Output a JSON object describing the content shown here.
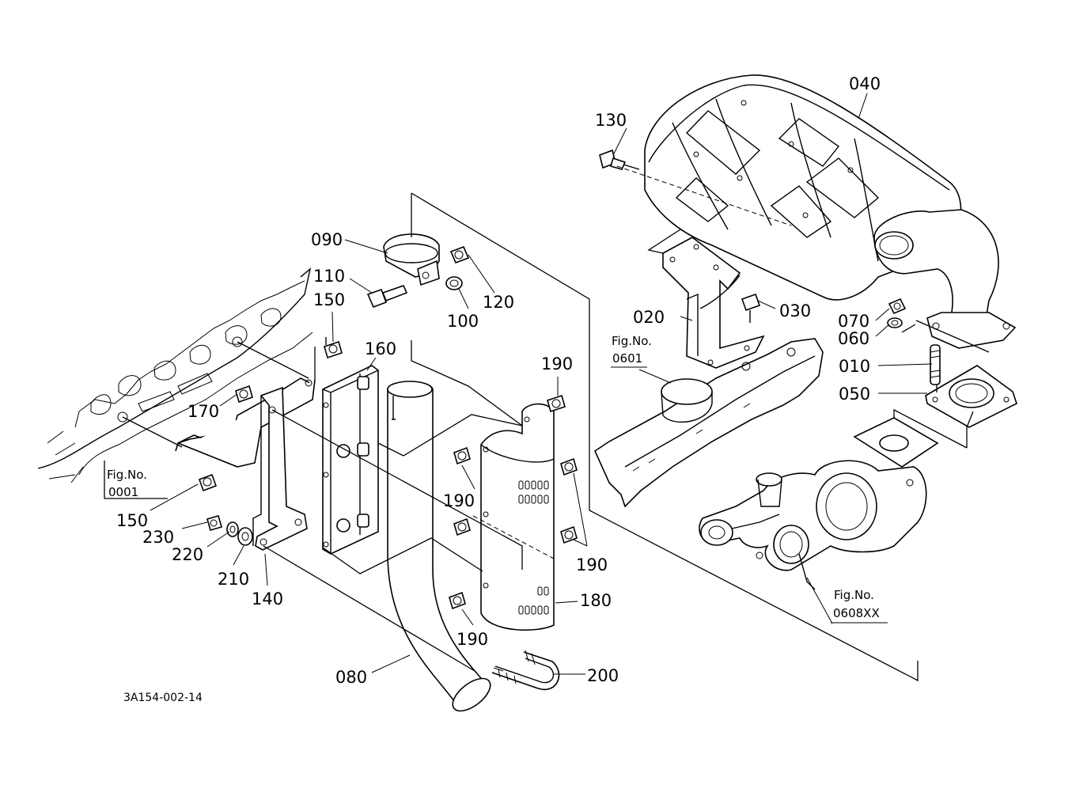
{
  "diagram_code": "3A154-002-14",
  "part_labels": {
    "p010": "010",
    "p020": "020",
    "p030": "030",
    "p040": "040",
    "p050": "050",
    "p060": "060",
    "p070": "070",
    "p080": "080",
    "p090": "090",
    "p100": "100",
    "p110": "110",
    "p120": "120",
    "p130": "130",
    "p140": "140",
    "p150a": "150",
    "p150b": "150",
    "p160": "160",
    "p170": "170",
    "p180": "180",
    "p190a": "190",
    "p190b": "190",
    "p190c": "190",
    "p190d": "190",
    "p200": "200",
    "p210": "210",
    "p220": "220",
    "p230": "230"
  },
  "fig_refs": {
    "r0001": {
      "prefix": "Fig.No.",
      "number": "0001"
    },
    "r0601": {
      "prefix": "Fig.No.",
      "number": "0601"
    },
    "r0608": {
      "prefix": "Fig.No.",
      "number": "0608XX"
    }
  }
}
